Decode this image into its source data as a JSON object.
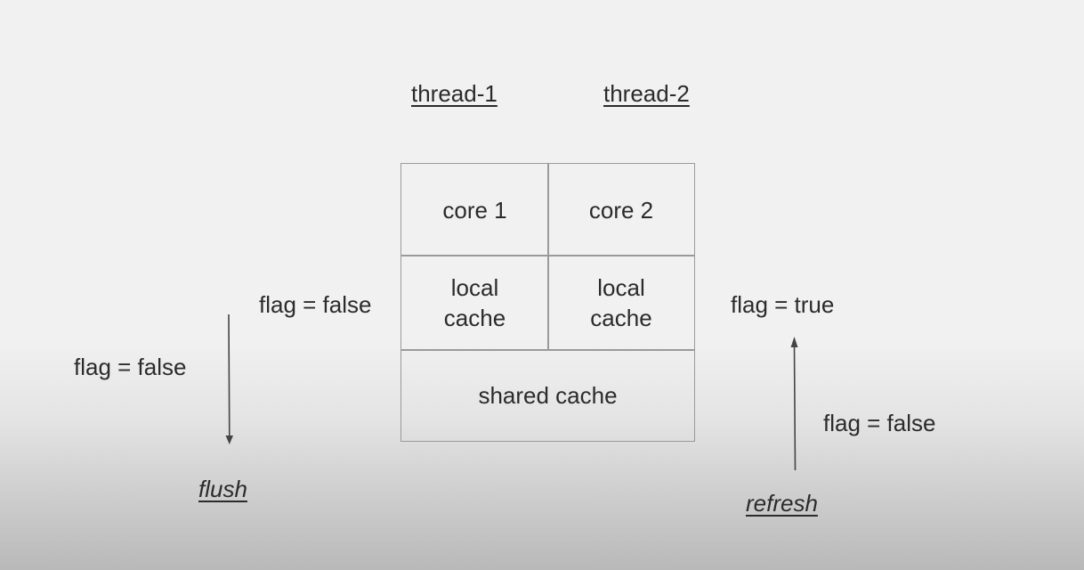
{
  "threads": {
    "thread1": "thread-1",
    "thread2": "thread-2"
  },
  "grid": {
    "core1": "core 1",
    "core2": "core 2",
    "local_cache_1": [
      "local",
      "cache"
    ],
    "local_cache_2": [
      "local",
      "cache"
    ],
    "shared_cache": "shared cache"
  },
  "left": {
    "upper_flag": "flag = false",
    "lower_flag": "flag = false",
    "action": "flush"
  },
  "right": {
    "upper_flag": "flag = true",
    "lower_flag": "flag = false",
    "action": "refresh"
  },
  "colors": {
    "grid_line": "#9a9a9a",
    "text": "#2b2b2b",
    "arrow": "#444444"
  }
}
